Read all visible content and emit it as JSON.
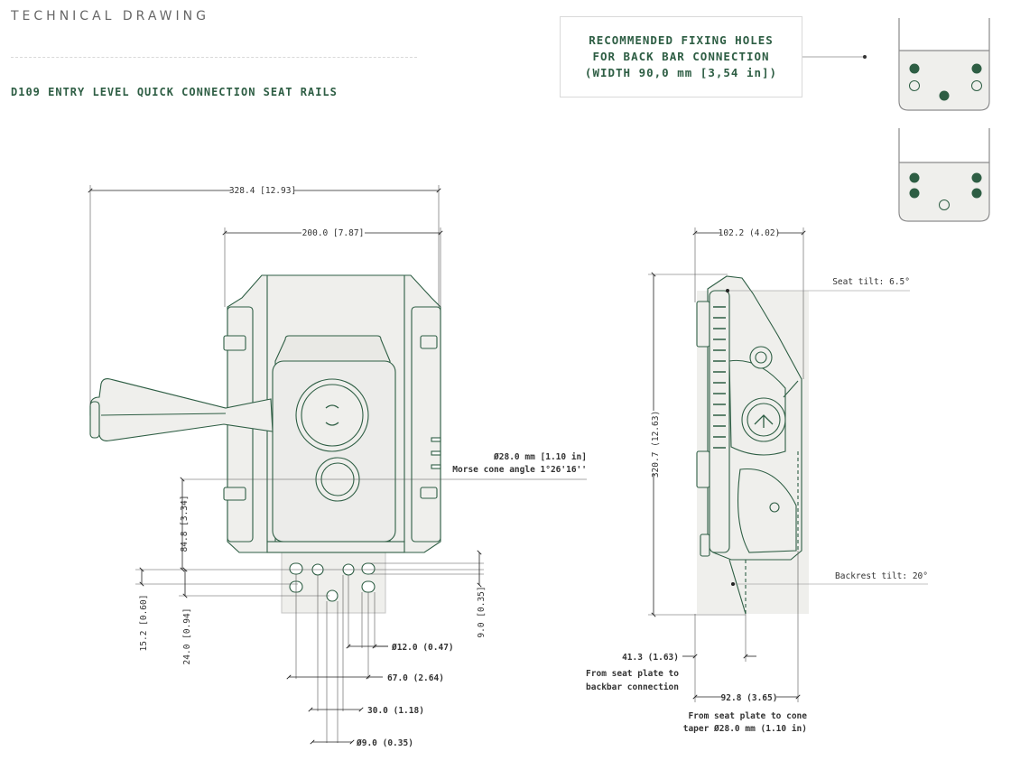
{
  "header": {
    "title": "TECHNICAL DRAWING",
    "subtitle": "D109 ENTRY LEVEL QUICK CONNECTION SEAT RAILS"
  },
  "fixing_holes_callout": {
    "line1": "RECOMMENDED FIXING HOLES",
    "line2": "FOR BACK BAR CONNECTION",
    "line3": "(WIDTH 90,0 mm [3,54 in])"
  },
  "front_view": {
    "overall_width": "328.4 [12.93]",
    "inner_width": "200.0 [7.87]",
    "cone_label_1": "Ø28.0 mm [1.10 in]",
    "cone_label_2": "Morse cone angle 1°26'16''",
    "height_84": "84.8 [3.34]",
    "height_15": "15.2 [0.60]",
    "height_24": "24.0 [0.94]",
    "height_9": "9.0 [0.35]",
    "dia_12": "Ø12.0 (0.47)",
    "width_67": "67.0 (2.64)",
    "width_30": "30.0 (1.18)",
    "dia_9": "Ø9.0 (0.35)"
  },
  "side_view": {
    "top_width": "102.2 (4.02)",
    "height": "320.7 (12.63)",
    "seat_tilt": "Seat tilt: 6.5°",
    "backrest_tilt": "Backrest tilt: 20°",
    "dist_41": "41.3 (1.63)",
    "dist_41_note_1": "From seat plate to",
    "dist_41_note_2": "backbar connection",
    "dist_92": "92.8 (3.65)",
    "dist_92_note_1": "From seat plate to cone",
    "dist_92_note_2": "taper Ø28.0 mm (1.10 in)"
  },
  "colors": {
    "accent": "#2e5e44",
    "part_fill": "#efefec",
    "stroke": "#2e5e44"
  }
}
